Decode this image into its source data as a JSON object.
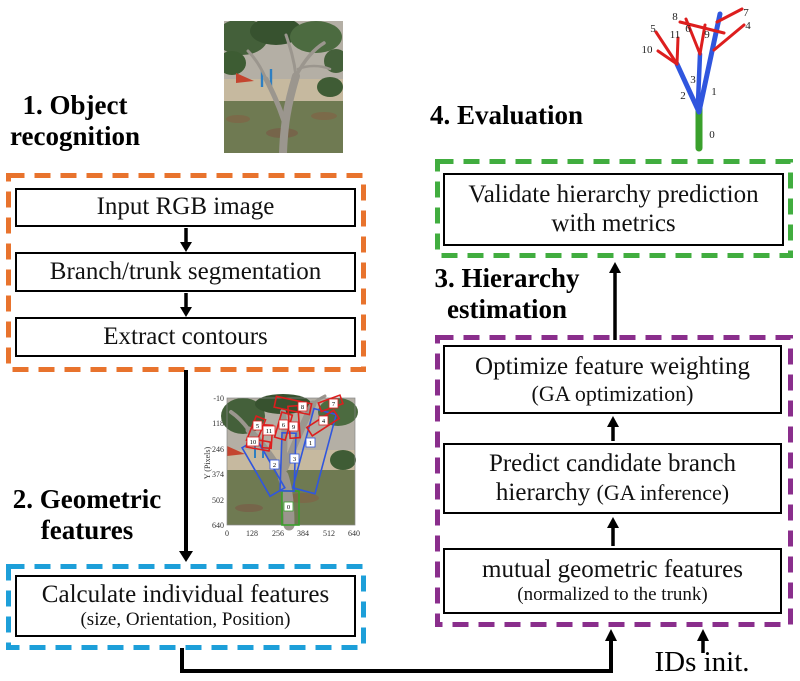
{
  "headings": {
    "step1": "1. Object\nrecognition",
    "step2": "2. Geometric\nfeatures",
    "step3": "3. Hierarchy\nestimation",
    "step4": "4. Evaluation"
  },
  "boxes": {
    "input_rgb": "Input RGB image",
    "segmentation": "Branch/trunk segmentation",
    "contours": "Extract contours",
    "calc_features": {
      "line1": "Calculate individual features",
      "line2": "(size, Orientation, Position)"
    },
    "validate": {
      "line1": "Validate hierarchy prediction",
      "line2": "with metrics"
    },
    "optimize": {
      "line1": "Optimize feature weighting",
      "line2": "(GA optimization)"
    },
    "predict": {
      "line1": "Predict candidate branch",
      "line2a": "hierarchy ",
      "line2b": "(GA inference)"
    },
    "mutual": {
      "line1": "mutual geometric features",
      "line2": "(normalized to the trunk)"
    }
  },
  "labels": {
    "ids_init": "IDs init."
  },
  "branch_ids": [
    "0",
    "1",
    "2",
    "3",
    "4",
    "5",
    "6",
    "7",
    "8",
    "9",
    "10",
    "11"
  ],
  "plot": {
    "ylabel": "Y (Pixels)",
    "yticks": [
      "-10",
      "118",
      "246",
      "374",
      "502",
      "640"
    ],
    "xticks": [
      "0",
      "128",
      "256",
      "384",
      "512",
      "640"
    ]
  },
  "colors": {
    "accent_orange": "#e8732d",
    "accent_blue": "#1d9fd9",
    "accent_green": "#41ad3f",
    "accent_purple": "#8a2e8c",
    "branch_blue": "#3056de",
    "branch_red": "#dd1e1e",
    "trunk_green": "#3aa02c"
  }
}
